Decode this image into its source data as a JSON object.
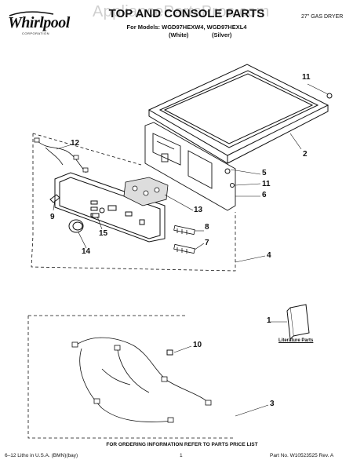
{
  "brand": {
    "logo": "Whirlpool",
    "logo_sub": "CORPORATION"
  },
  "watermark": "AppliancePartsPros.com",
  "header": {
    "title": "TOP AND CONSOLE PARTS",
    "product": "27\" GAS DRYER",
    "models": "For Models: WGD97HEXW4, WGD97HEXL4",
    "variant_white": "(White)",
    "variant_silver": "(Silver)"
  },
  "callouts": {
    "c1": "1",
    "c2": "2",
    "c3": "3",
    "c4": "4",
    "c5": "5",
    "c6": "6",
    "c7": "7",
    "c8": "8",
    "c9": "9",
    "c10": "10",
    "c11a": "11",
    "c11b": "11",
    "c12": "12",
    "c13": "13",
    "c14": "14",
    "c15": "15"
  },
  "literature_label": "Literature Parts",
  "footer": {
    "ordering": "FOR ORDERING INFORMATION REFER TO PARTS PRICE LIST",
    "litho": "6–12 Litho in U.S.A. (BMN)(bay)",
    "page": "1",
    "part_no": "Part No. W10523525 Rev. A"
  }
}
